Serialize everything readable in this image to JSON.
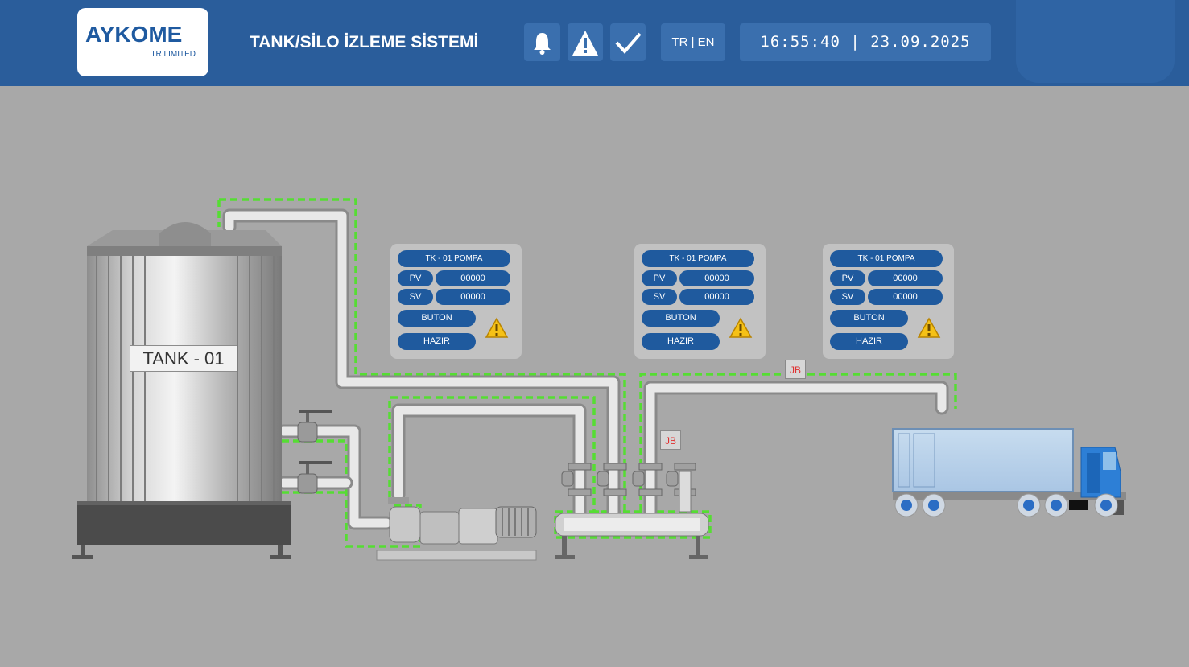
{
  "header": {
    "logo_brand": "AYKOME",
    "logo_sub": "TR LIMITED",
    "title": "TANK/SİLO İZLEME SİSTEMİ",
    "icons": [
      "bell-icon",
      "warning-icon",
      "check-icon"
    ],
    "language": "TR | EN",
    "datetime": "16:55:40  |  23.09.2025"
  },
  "tank": {
    "label": "TANK - 01"
  },
  "panels": [
    {
      "title": "TK - 01 POMPA",
      "pv_label": "PV",
      "pv_value": "00000",
      "sv_label": "SV",
      "sv_value": "00000",
      "button_label": "BUTON",
      "status_label": "HAZIR",
      "icon": "alarm-icon"
    },
    {
      "title": "TK - 01 POMPA",
      "pv_label": "PV",
      "pv_value": "00000",
      "sv_label": "SV",
      "sv_value": "00000",
      "button_label": "BUTON",
      "status_label": "HAZIR",
      "icon": "alarm-icon"
    },
    {
      "title": "TK - 01 POMPA",
      "pv_label": "PV",
      "pv_value": "00000",
      "sv_label": "SV",
      "sv_value": "00000",
      "button_label": "BUTON",
      "status_label": "HAZIR",
      "icon": "alarm-icon"
    }
  ],
  "junction_boxes": [
    "JB",
    "JB"
  ],
  "colors": {
    "header_bg": "#2a5d9b",
    "button_bg": "#1f5a9e",
    "flow_highlight": "#55dd33",
    "background": "#a8a8a8"
  }
}
